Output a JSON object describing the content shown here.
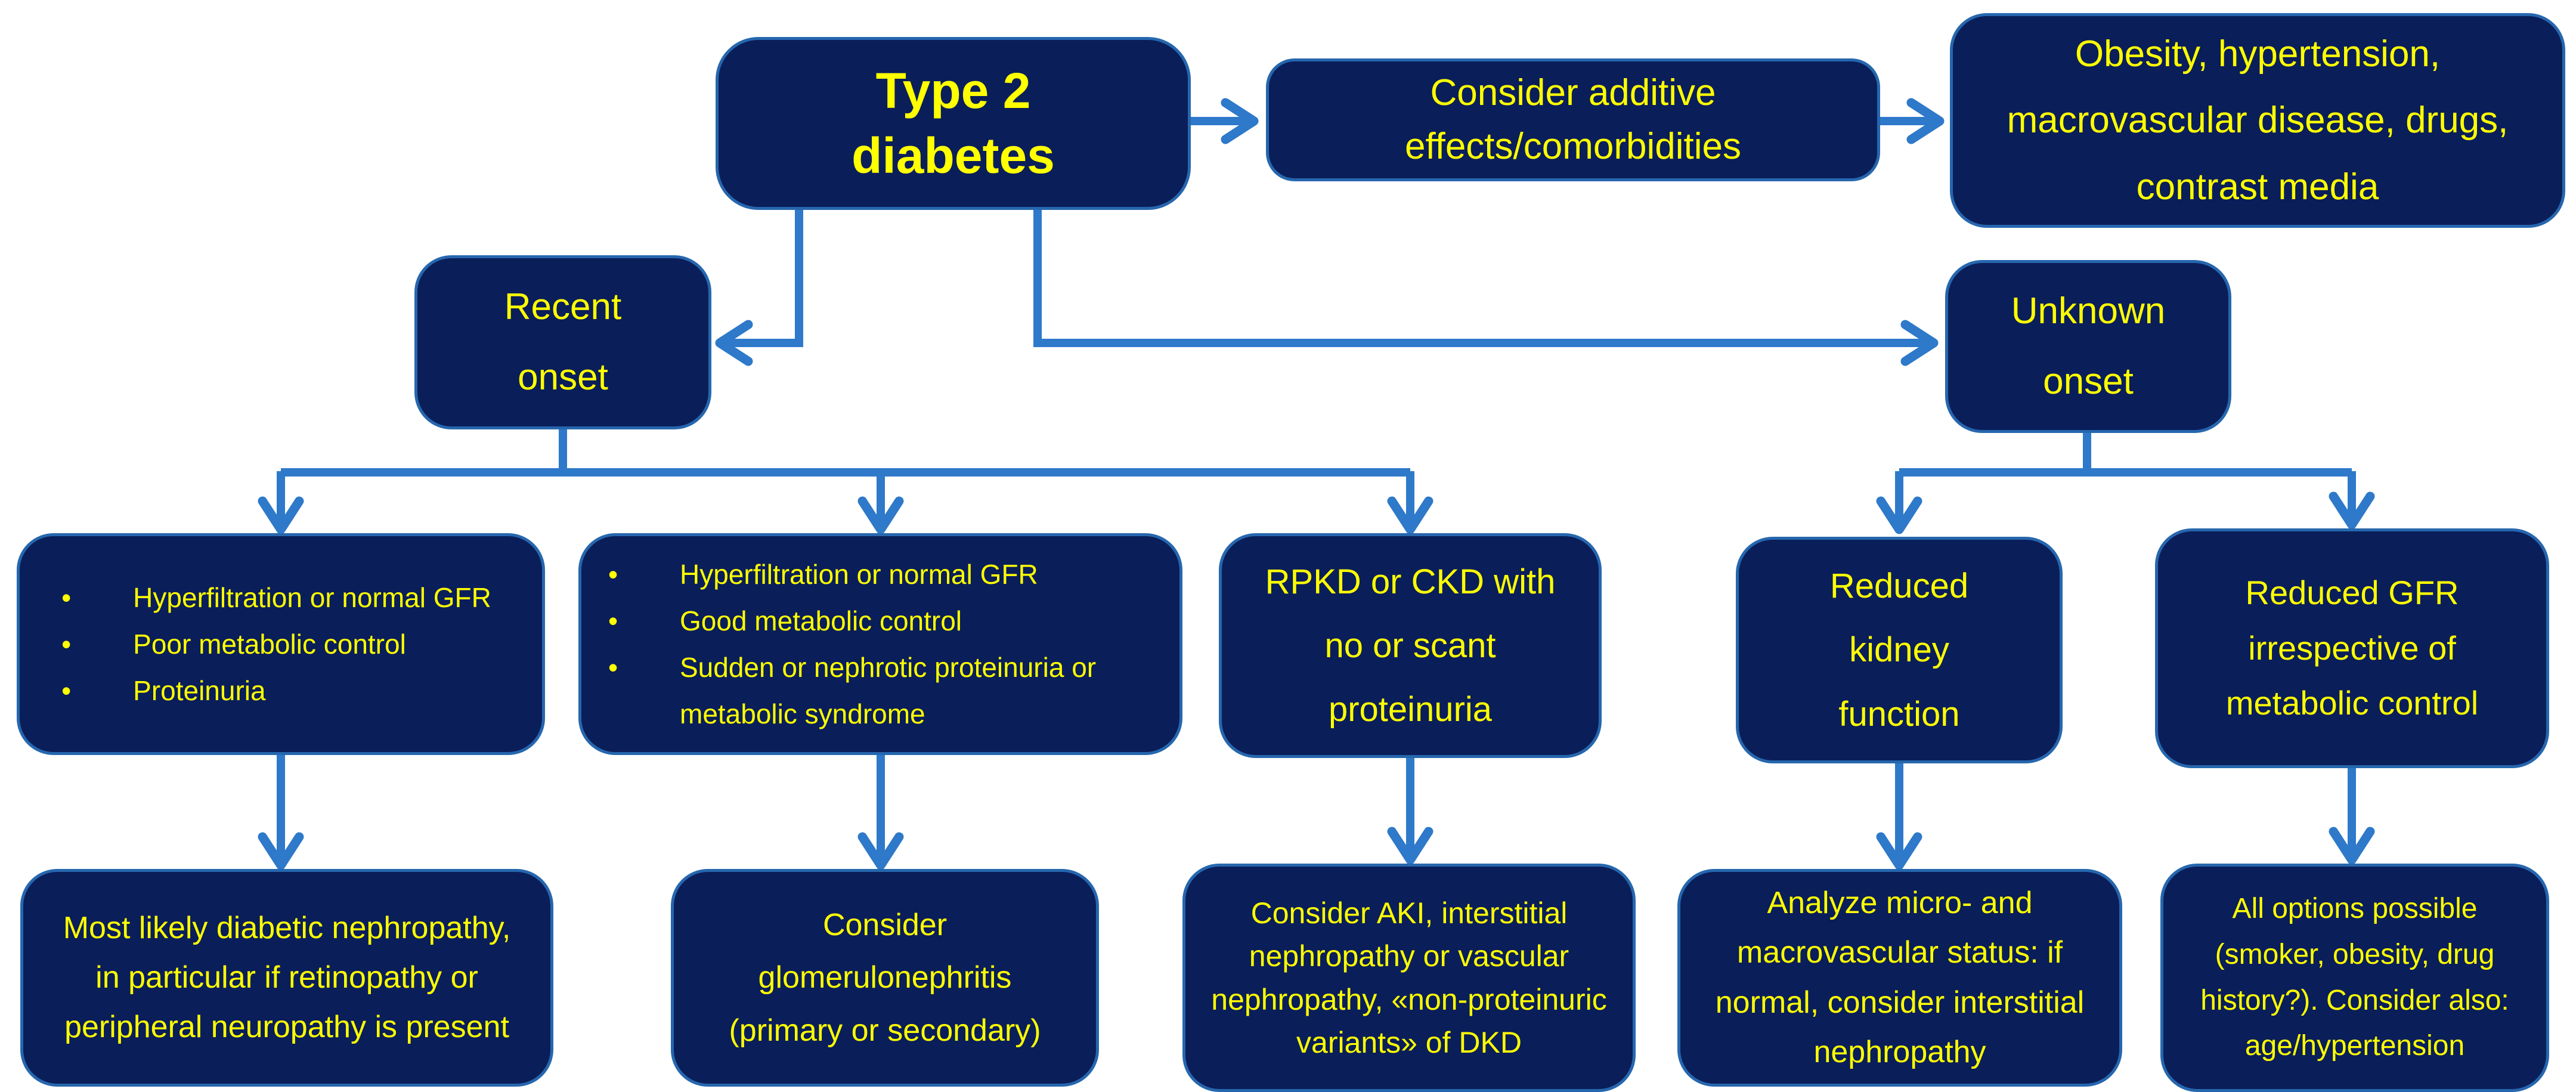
{
  "background_color": "#ffffff",
  "palette": {
    "node_fill": "#0a1e5a",
    "node_border": "#2667ae",
    "node_text": "#ffff00",
    "arrow": "#2e79c9",
    "background": "#ffffff"
  },
  "nodes": {
    "type2_diabetes": {
      "label": "Type 2 diabetes"
    },
    "consider_additive": {
      "label": "Consider additive effects/comorbidities"
    },
    "comorbidity_list": {
      "label": "Obesity, hypertension, macrovascular disease, drugs, contrast media"
    },
    "recent_onset": {
      "label": "Recent onset"
    },
    "unknown_onset": {
      "label": "Unknown onset"
    },
    "recent_profile_1": {
      "bullets": [
        "Hyperfiltration or normal GFR",
        "Poor metabolic control",
        "Proteinuria"
      ]
    },
    "recent_profile_2": {
      "bullets": [
        "Hyperfiltration or normal GFR",
        "Good metabolic control",
        "Sudden or nephrotic proteinuria or metabolic syndrome"
      ]
    },
    "recent_profile_3": {
      "label": "RPKD or CKD with no or scant proteinuria"
    },
    "unknown_profile_1": {
      "label": "Reduced kidney function"
    },
    "unknown_profile_2": {
      "label": "Reduced GFR irrespective of metabolic control"
    },
    "outcome_recent_1": {
      "label": "Most likely diabetic nephropathy, in particular if retinopathy or peripheral neuropathy is present"
    },
    "outcome_recent_2": {
      "label": "Consider glomerulonephritis (primary or secondary)"
    },
    "outcome_recent_3": {
      "label": "Consider AKI, interstitial nephropathy or vascular nephropathy, «non-proteinuric variants» of DKD"
    },
    "outcome_unknown_1": {
      "label": "Analyze micro- and macrovascular status: if normal, consider interstitial nephropathy"
    },
    "outcome_unknown_2": {
      "label": "All options possible (smoker, obesity, drug history?). Consider also: age/hypertension"
    }
  },
  "edges": [
    {
      "from": "type2_diabetes",
      "to": "consider_additive"
    },
    {
      "from": "consider_additive",
      "to": "comorbidity_list"
    },
    {
      "from": "type2_diabetes",
      "to": "recent_onset"
    },
    {
      "from": "type2_diabetes",
      "to": "unknown_onset"
    },
    {
      "from": "recent_onset",
      "to": "recent_profile_1"
    },
    {
      "from": "recent_onset",
      "to": "recent_profile_2"
    },
    {
      "from": "recent_onset",
      "to": "recent_profile_3"
    },
    {
      "from": "unknown_onset",
      "to": "unknown_profile_1"
    },
    {
      "from": "unknown_onset",
      "to": "unknown_profile_2"
    },
    {
      "from": "recent_profile_1",
      "to": "outcome_recent_1"
    },
    {
      "from": "recent_profile_2",
      "to": "outcome_recent_2"
    },
    {
      "from": "recent_profile_3",
      "to": "outcome_recent_3"
    },
    {
      "from": "unknown_profile_1",
      "to": "outcome_unknown_1"
    },
    {
      "from": "unknown_profile_2",
      "to": "outcome_unknown_2"
    }
  ]
}
